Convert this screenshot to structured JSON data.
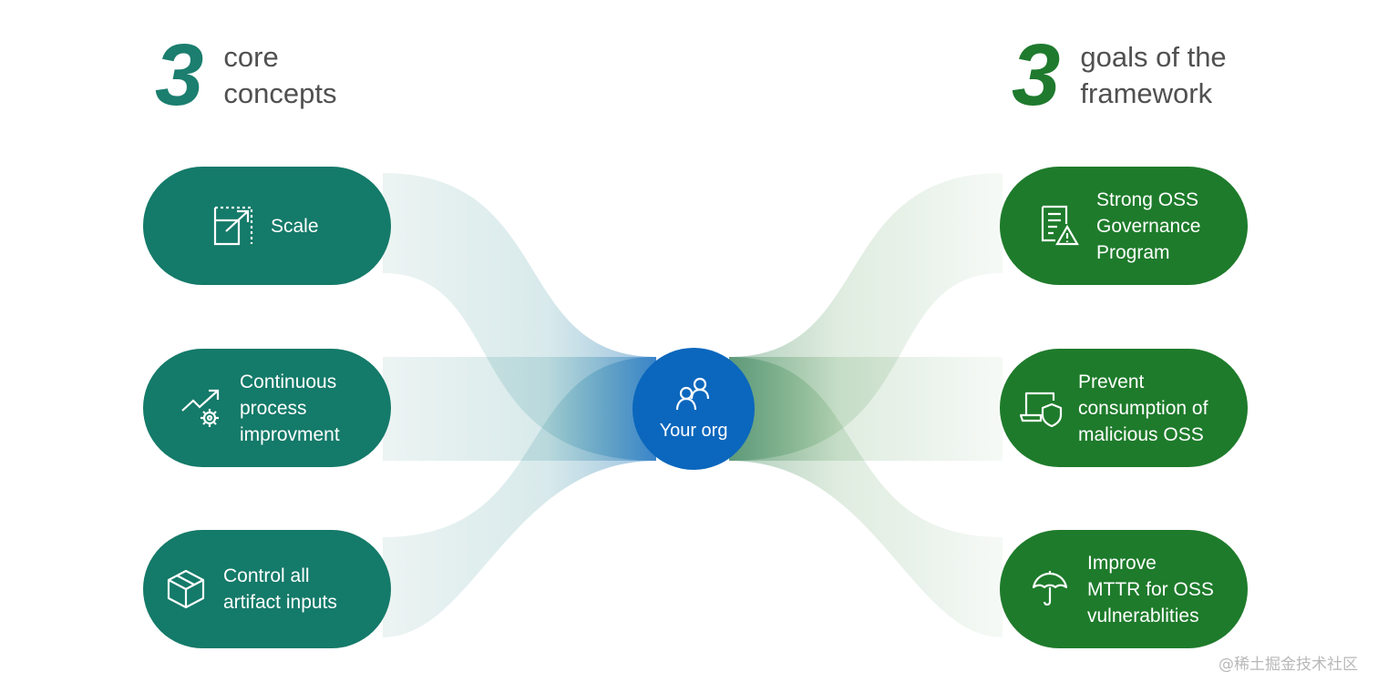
{
  "colors": {
    "teal": "#147a69",
    "green": "#1e7b2b",
    "blue": "#0b67bd",
    "heading_teal": "#1b7e6e",
    "heading_green": "#1f7a2e"
  },
  "left_heading": {
    "number": "3",
    "line1": "core",
    "line2": "concepts"
  },
  "right_heading": {
    "number": "3",
    "line1": "goals of the",
    "line2": "framework"
  },
  "center": {
    "label": "Your org",
    "icon": "people-icon"
  },
  "concepts": [
    {
      "icon": "scale-icon",
      "lines": [
        "Scale"
      ]
    },
    {
      "icon": "process-improvement-icon",
      "lines": [
        "Continuous",
        "process",
        "improvment"
      ]
    },
    {
      "icon": "box-icon",
      "lines": [
        "Control all",
        "artifact inputs"
      ]
    }
  ],
  "goals": [
    {
      "icon": "governance-document-icon",
      "lines": [
        "Strong OSS",
        "Governance",
        "Program"
      ]
    },
    {
      "icon": "laptop-shield-icon",
      "lines": [
        "Prevent",
        "consumption of",
        "malicious OSS"
      ]
    },
    {
      "icon": "umbrella-icon",
      "lines": [
        "Improve",
        "MTTR for OSS",
        "vulnerablities"
      ]
    }
  ],
  "watermark": "@稀土掘金技术社区"
}
